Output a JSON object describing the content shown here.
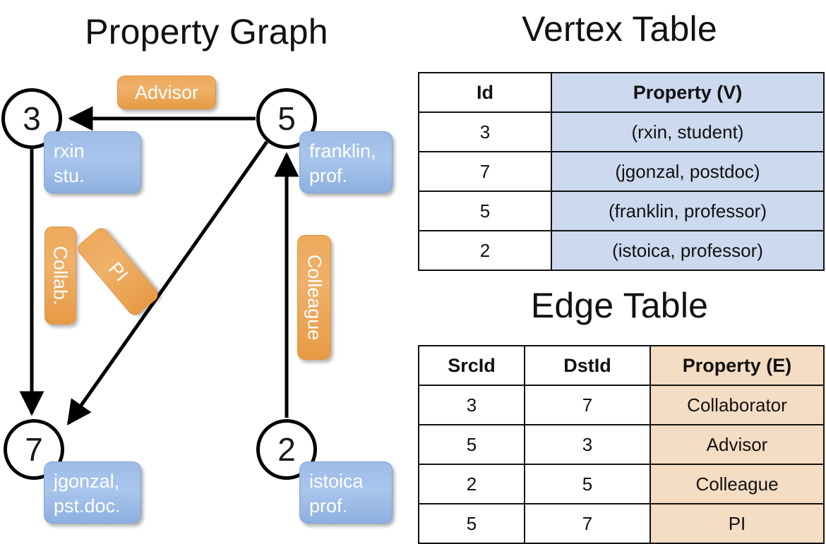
{
  "titles": {
    "property_graph": "Property Graph",
    "vertex_table": "Vertex Table",
    "edge_table": "Edge Table"
  },
  "graph": {
    "vertices": [
      {
        "id": "3",
        "name": "rxin",
        "role": "stu.",
        "label_lines": [
          "rxin",
          "stu."
        ]
      },
      {
        "id": "5",
        "name": "franklin",
        "role": "prof.",
        "label_lines": [
          "franklin,",
          "prof."
        ]
      },
      {
        "id": "7",
        "name": "jgonzal",
        "role": "pst.doc.",
        "label_lines": [
          "jgonzal,",
          "pst.doc."
        ]
      },
      {
        "id": "2",
        "name": "istoica",
        "role": "prof.",
        "label_lines": [
          "istoica",
          "prof."
        ]
      }
    ],
    "edge_labels": [
      {
        "key": "advisor",
        "text": "Advisor",
        "orientation": "horizontal"
      },
      {
        "key": "collab",
        "text": "Collab.",
        "orientation": "vertical"
      },
      {
        "key": "pi",
        "text": "PI",
        "orientation": "diagonal"
      },
      {
        "key": "colleague",
        "text": "Colleague",
        "orientation": "vertical"
      }
    ],
    "edges": [
      {
        "src": "3",
        "dst": "7",
        "label": "Collab."
      },
      {
        "src": "5",
        "dst": "3",
        "label": "Advisor"
      },
      {
        "src": "2",
        "dst": "5",
        "label": "Colleague"
      },
      {
        "src": "5",
        "dst": "7",
        "label": "PI"
      }
    ]
  },
  "vertex_table": {
    "columns": [
      "Id",
      "Property (V)"
    ],
    "rows": [
      {
        "id": "3",
        "property": "(rxin, student)"
      },
      {
        "id": "7",
        "property": "(jgonzal, postdoc)"
      },
      {
        "id": "5",
        "property": "(franklin, professor)"
      },
      {
        "id": "2",
        "property": "(istoica, professor)"
      }
    ]
  },
  "edge_table": {
    "columns": [
      "SrcId",
      "DstId",
      "Property (E)"
    ],
    "rows": [
      {
        "src": "3",
        "dst": "7",
        "property": "Collaborator"
      },
      {
        "src": "5",
        "dst": "3",
        "property": "Advisor"
      },
      {
        "src": "2",
        "dst": "5",
        "property": "Colleague"
      },
      {
        "src": "5",
        "dst": "7",
        "property": "PI"
      }
    ]
  },
  "colors": {
    "vertex_property_fill": "#a9c5ec",
    "edge_label_fill": "#efb069",
    "vertex_table_property_fill": "#ccd9ef",
    "edge_table_property_fill": "#f5ddc3",
    "stroke": "#000000",
    "background": "#ffffff"
  }
}
